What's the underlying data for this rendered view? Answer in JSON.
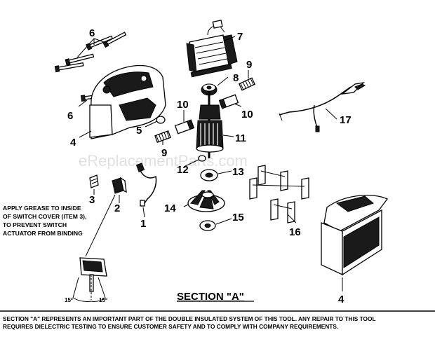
{
  "diagram": {
    "part_labels": [
      "1",
      "2",
      "3",
      "4",
      "4",
      "5",
      "6",
      "6",
      "7",
      "8",
      "9",
      "9",
      "10",
      "10",
      "11",
      "12",
      "13",
      "14",
      "15",
      "16",
      "17"
    ],
    "grease_note": [
      "APPLY GREASE TO INSIDE",
      "OF SWITCH COVER (ITEM 3),",
      "TO PREVENT SWITCH",
      "ACTUATOR FROM BINDING"
    ],
    "angle_left": "15º",
    "angle_right": "15º",
    "section_title": "SECTION \"A\"",
    "footer_note": [
      "SECTION \"A\" REPRESENTS AN IMPORTANT PART OF THE DOUBLE INSULATED SYSTEM OF THIS TOOL.  ANY REPAIR TO THIS TOOL",
      "REQUIRES DIELECTRIC TESTING TO ENSURE CUSTOMER SAFETY AND TO COMPLY WITH COMPANY REQUIREMENTS."
    ],
    "watermark": "eReplacementParts.com"
  }
}
